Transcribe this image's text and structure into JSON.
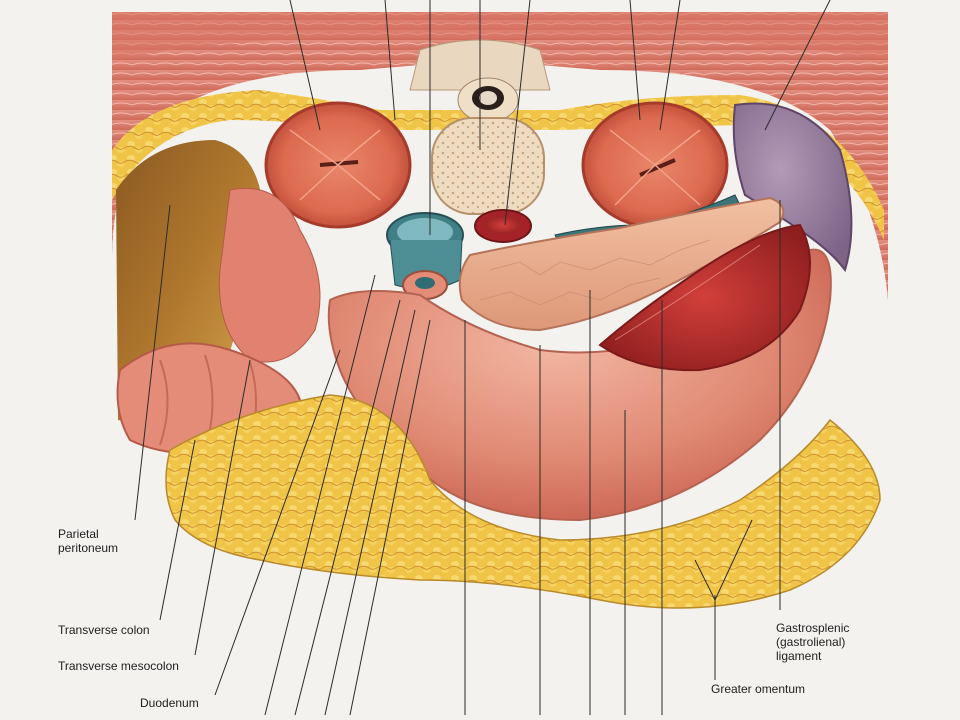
{
  "labels": {
    "parietal_peritoneum": [
      "Parietal",
      "peritoneum"
    ],
    "transverse_colon": "Transverse colon",
    "transverse_mesocolon": "Transverse mesocolon",
    "duodenum": "Duodenum",
    "gastrosplenic_ligament": [
      "Gastrosplenic",
      "(gastrolienal)",
      "ligament"
    ],
    "greater_omentum": "Greater omentum"
  }
}
